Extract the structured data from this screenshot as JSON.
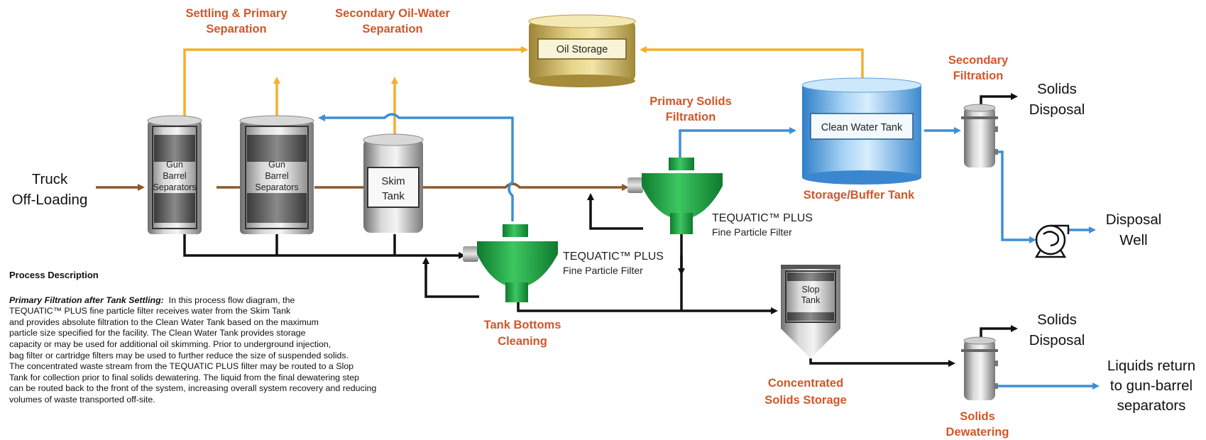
{
  "stage_labels": {
    "settling_line1": "Settling & Primary",
    "settling_line2": "Separation",
    "secondary_ow_line1": "Secondary Oil-Water",
    "secondary_ow_line2": "Separation",
    "primary_solids_line1": "Primary Solids",
    "primary_solids_line2": "Filtration",
    "storage_buffer": "Storage/Buffer Tank",
    "secondary_filtration_line1": "Secondary",
    "secondary_filtration_line2": "Filtration",
    "tank_bottoms_line1": "Tank Bottoms",
    "tank_bottoms_line2": "Cleaning",
    "concentrated_line1": "Concentrated",
    "concentrated_line2": "Solids Storage",
    "solids_dewatering_line1": "Solids",
    "solids_dewatering_line2": "Dewatering"
  },
  "equipment": {
    "oil_storage": "Oil Storage",
    "gun_barrel_1": [
      "Gun",
      "Barrel",
      "Separators"
    ],
    "gun_barrel_2": [
      "Gun",
      "Barrel",
      "Separators"
    ],
    "skim_tank": [
      "Skim",
      "Tank"
    ],
    "clean_water_tank": "Clean Water Tank",
    "slop_tank": [
      "Slop",
      "Tank"
    ],
    "filter_upper_name": "TEQUATIC™ PLUS",
    "filter_upper_sub": "Fine Particle Filter",
    "filter_lower_name": "TEQUATIC™ PLUS",
    "filter_lower_sub": "Fine Particle Filter"
  },
  "endpoints": {
    "truck": [
      "Truck",
      "Off-Loading"
    ],
    "solids_disposal_top": [
      "Solids",
      "Disposal"
    ],
    "disposal_well": [
      "Disposal",
      "Well"
    ],
    "solids_disposal_bottom": [
      "Solids",
      "Disposal"
    ],
    "liquids_return": [
      "Liquids return",
      "to gun-barrel",
      "separators"
    ]
  },
  "description": {
    "heading": "Process Description",
    "lead": "Primary Filtration after Tank Settling:",
    "line1": "  In this process flow diagram, the",
    "line2": "TEQUATIC™ PLUS fine particle filter receives water from the Skim Tank",
    "line3": "and provides absolute filtration to the Clean Water Tank based on the maximum",
    "line4": "particle size specified for the facility. The Clean Water Tank provides storage",
    "line5": "capacity or may be used for additional oil skimming. Prior to underground injection,",
    "line6": "bag filter or cartridge filters may be used to further reduce the size of suspended solids.",
    "line7": "The concentrated waste stream from the TEQUATIC PLUS filter may be routed to a Slop",
    "line8": "Tank for collection prior to final solids dewatering.  The liquid from the final dewatering step",
    "line9": "can be routed back to the front of the system, increasing overall system recovery and reducing",
    "line10": "volumes of waste transported off-site."
  },
  "colors": {
    "oil_line": "#F6AE2D",
    "water_line": "#3E8FD6",
    "feed_line": "#8B5A2B",
    "solids_line": "#111111",
    "stage_label": "#D2562A",
    "filter_green": "#1FA845"
  }
}
